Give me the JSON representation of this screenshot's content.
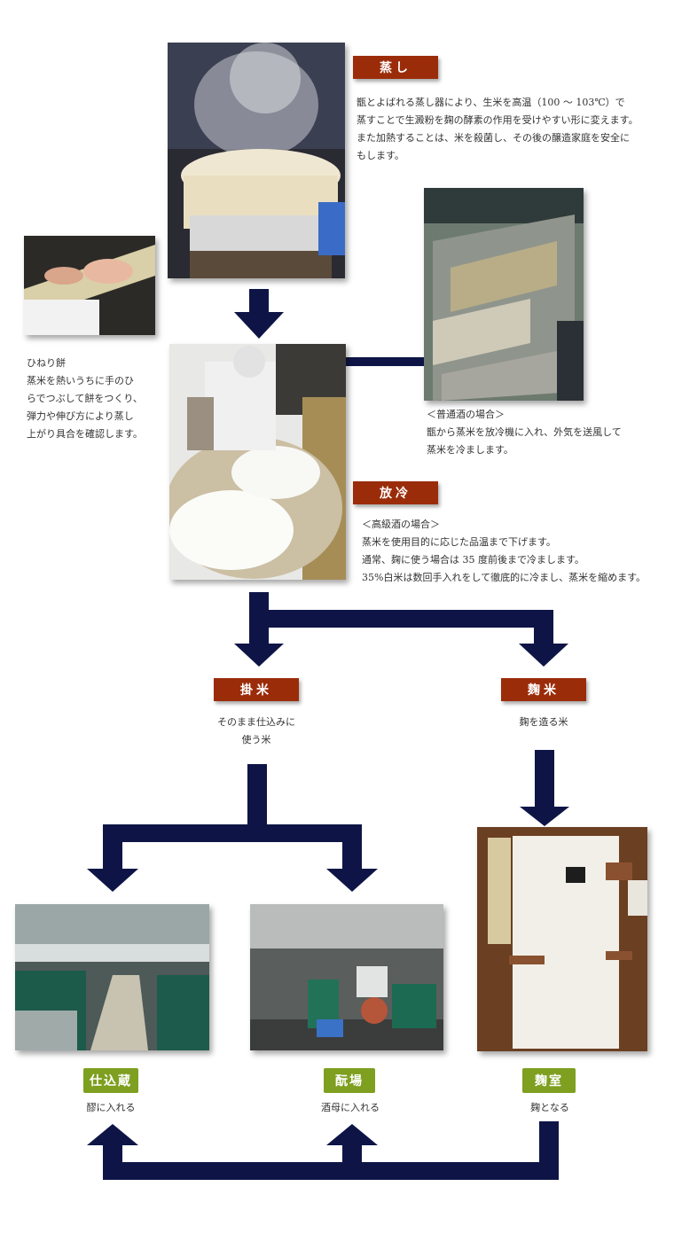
{
  "steaming": {
    "label": "蒸し",
    "lines": [
      "甑とよばれる蒸し器により、生米を高温（100 ～ 103℃）で",
      "蒸すことで生澱粉を麹の酵素の作用を受けやすい形に変えます。",
      "また加熱することは、米を殺菌し、その後の醸造家庭を安全に",
      "もします。"
    ]
  },
  "hineri": {
    "title": "ひねり餅",
    "lines": [
      "蒸米を熱いうちに手のひ",
      "らでつぶして餅をつくり、",
      "弾力や伸び方により蒸し",
      "上がり具合を確認します。"
    ]
  },
  "futsu": {
    "lines": [
      "＜普通酒の場合＞",
      "甑から蒸米を放冷機に入れ、外気を送風して",
      "蒸米を冷まします。"
    ]
  },
  "cooling": {
    "label": "放冷",
    "lines": [
      "＜高級酒の場合＞",
      "蒸米を使用目的に応じた品温まで下げます。",
      "通常、麹に使う場合は 35 度前後まで冷まします。",
      "35%白米は数回手入れをして徹底的に冷まし、蒸米を縮めます。"
    ]
  },
  "kakemai": {
    "label": "掛米",
    "lines": [
      "そのまま仕込みに",
      "使う米"
    ]
  },
  "koujimai": {
    "label": "麹米",
    "lines": [
      "麹を造る米"
    ]
  },
  "shikomigura": {
    "label": "仕込蔵",
    "caption": "醪に入れる"
  },
  "motoba": {
    "label": "酛場",
    "caption": "酒母に入れる"
  },
  "koujimuro": {
    "label": "麹室",
    "caption": "麹となる"
  },
  "photo_icons": {
    "steaming": "steamer-photo",
    "hineri": "hands-pressing-rice-photo",
    "cooler": "cooling-machine-photo",
    "cooling": "worker-spreading-rice-photo",
    "shikomigura": "fermentation-tanks-photo",
    "motoba": "yeast-starter-room-photo",
    "koujimuro": "koji-room-door-photo"
  },
  "colors": {
    "arrow": "#0e1546",
    "label_red": "#9b2c0a",
    "label_green": "#7e9f20"
  }
}
